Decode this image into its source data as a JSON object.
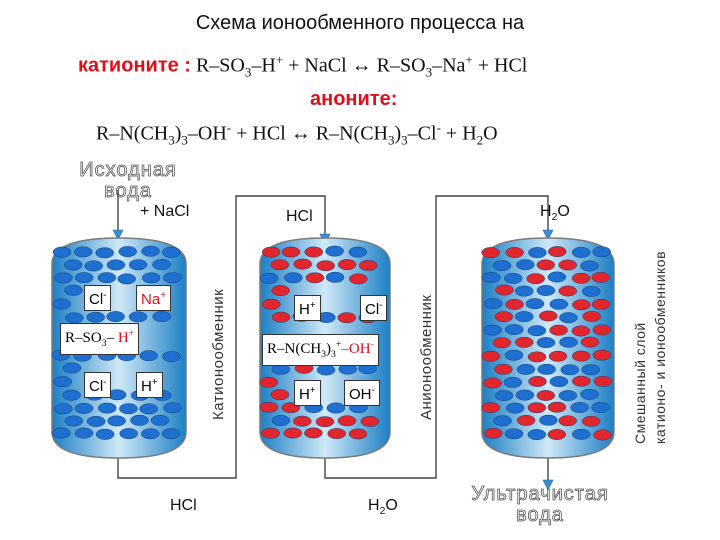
{
  "title": "Схема ионообменного процесса на",
  "cation_line": {
    "label": "катионите :",
    "eq_part1": "R–SO",
    "eq_sub1": "3",
    "eq_part2": "–H",
    "eq_sup1": "+",
    "eq_part3": " + NaCl ↔ R–SO",
    "eq_sub2": "3",
    "eq_part4": "–Na",
    "eq_sup2": "+",
    "eq_part5": " + HCl"
  },
  "anion_line": {
    "label": "аноните:",
    "eq_part1": "R–N(CH",
    "eq_sub1": "3",
    "eq_part2": ")",
    "eq_sub2": "3",
    "eq_part3": "–OH",
    "eq_sup1": "-",
    "eq_part4": " + HCl ↔ R–N(CH",
    "eq_sub3": "3",
    "eq_part5": ")",
    "eq_sub4": "3",
    "eq_part6": "–Cl",
    "eq_sup2": "-",
    "eq_part7": " + H",
    "eq_sub5": "2",
    "eq_part8": "O"
  },
  "inlet": {
    "line1": "Исходная",
    "line2": "вода"
  },
  "outlet": {
    "line1": "Ультрачистая",
    "line2": "вода"
  },
  "flow_labels": {
    "plus_nacl": "+ NaCl",
    "hcl_top": "HCl",
    "h2o_top_main": "H",
    "h2o_top_sub": "2",
    "h2o_top_end": "O",
    "hcl_bottom": "HCl",
    "h2o_bottom_main": "H",
    "h2o_bottom_sub": "2",
    "h2o_bottom_end": "O"
  },
  "column1": {
    "chip_cl": "Cl",
    "chip_cl_sup": "-",
    "chip_na": "Na",
    "chip_na_sup": "+",
    "resin_main": "R–SO",
    "resin_sub": "3",
    "resin_dash": "– ",
    "resin_h": "H",
    "resin_h_sup": "+",
    "chip_cl2": "Cl",
    "chip_cl2_sup": "-",
    "chip_h": "H",
    "chip_h_sup": "+",
    "side": "Катионообменник"
  },
  "column2": {
    "chip_h": "H",
    "chip_h_sup": "+",
    "chip_cl": "Cl",
    "chip_cl_sup": "-",
    "resin_main": "R–N(CH",
    "resin_sub1": "3",
    "resin_paren": ")",
    "resin_sub2": "3",
    "resin_sup": "+",
    "resin_oh": "–OH",
    "resin_oh_sup": "-",
    "chip_h2": "H",
    "chip_h2_sup": "+",
    "chip_oh": "OH",
    "chip_oh_sup": "-",
    "side": "Анионообменник"
  },
  "column3": {
    "side_line1": "Смешанный слой",
    "side_line2": "катионо- и ионообменников"
  },
  "colors": {
    "blue_bead": "#1e6fd0",
    "red_bead": "#e2262e",
    "column_bg": "#4fb4e6",
    "column_bg_mid": "#bde3f6",
    "pipe": "#3a8fd0"
  }
}
